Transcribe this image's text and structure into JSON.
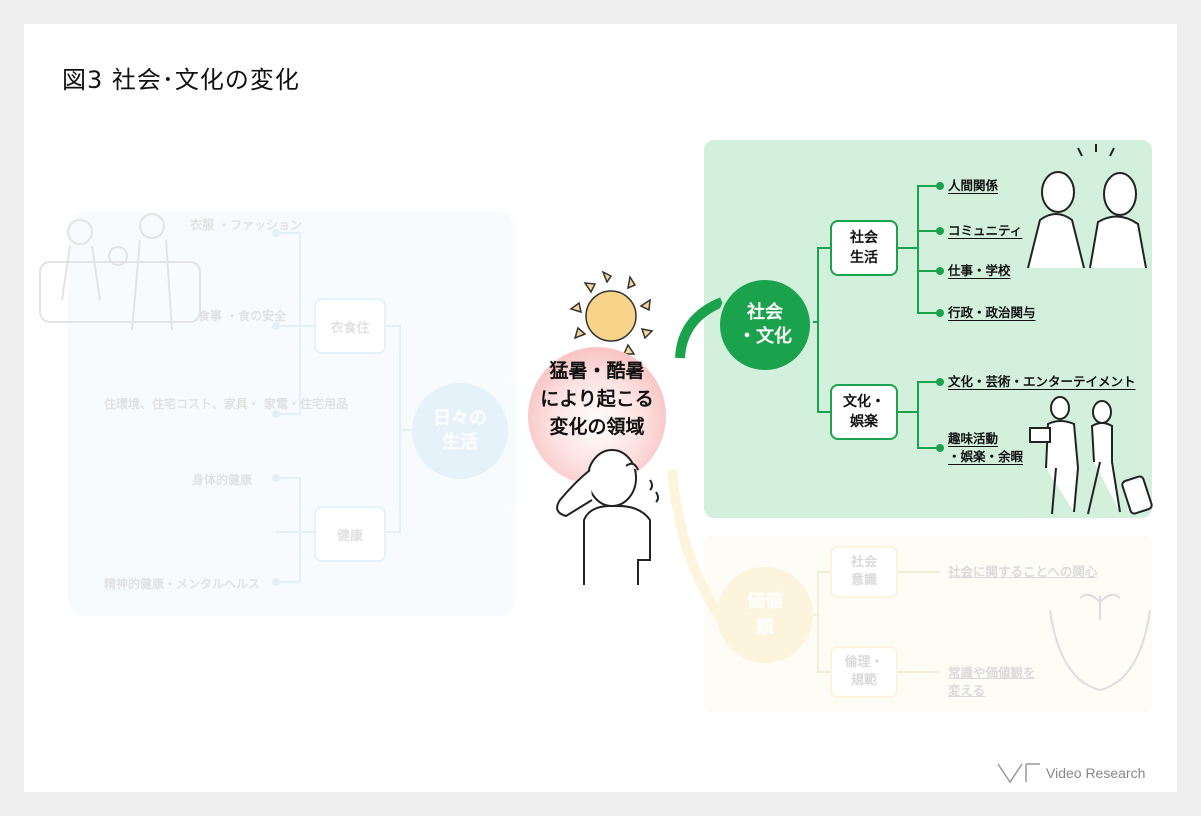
{
  "title": "図3 社会･文化の変化",
  "left": {
    "circle": "日々の\n生活",
    "box1": "衣食住",
    "box2": "健康",
    "items": [
      "衣服\n・ファッション",
      "食事\n・食の安全",
      "住環境、住宅コスト、家具・\n家電・住宅用品",
      "身体的健康",
      "精神的健康・メンタルヘルス"
    ]
  },
  "center": {
    "text": "猛暑・酷暑\nにより起こる\n変化の領域"
  },
  "green": {
    "circle": "社会\n・文化",
    "box_social": "社会\n生活",
    "box_culture": "文化・\n娯楽",
    "social_items": [
      "人間関係",
      "コミュニティ",
      "仕事・学校",
      "行政・政治関与"
    ],
    "culture_items": [
      "文化・芸術・エンターテイメント",
      "趣味活動\n・娯楽・余暇"
    ]
  },
  "yellow": {
    "circle": "価値\n観",
    "box1": "社会\n意識",
    "box2": "倫理・\n規範",
    "items": [
      "社会に関することへの関心",
      "常識や価値観を\n変える"
    ]
  },
  "logo": "Video Research",
  "colors": {
    "green": "#1aa24c",
    "green_bg": "#d2f0dc",
    "blue": "#4a9fe0",
    "yellow": "#f2c230",
    "pink": "#f6a8a8"
  }
}
